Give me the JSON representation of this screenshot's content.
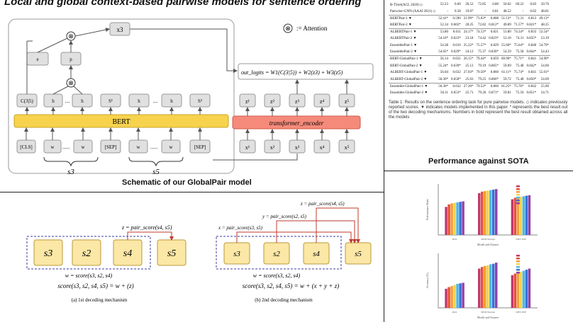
{
  "page_title": "Local and global context-based pairwise models for sentence ordering",
  "attention_legend": ":= Attention",
  "schematic": {
    "caption": "Schematic of our GlobalPair model",
    "bert_label": "BERT",
    "encoder_label": "transformer_encoder",
    "out_logits": "out_logits = W1(C(3|5)) + W2(z3) + W3(z5)",
    "s3": "s3",
    "s5": "s5",
    "x3_top": "x3"
  },
  "decoding": {
    "caption1": "(a) 1st decoding mechanism",
    "caption2": "(b) 2nd decoding mechanism",
    "a_z": "z = pair_score(s4, s5)",
    "a_w": "w = score(s3, s2, s4)",
    "a_score": "score(s3, s2, s4, s5) = w + (z)",
    "b_z": "z = pair_score(s4, s5)",
    "b_y": "y = pair_score(s2, s5)",
    "b_x": "x = pair_score(s3, s5)",
    "b_w": "w = score(s3, s2, s4)",
    "b_score": "score(s3, s2, s4, s5) = w + (x + y + z)",
    "a_sents": [
      "s3",
      "s2",
      "s4",
      "s5"
    ],
    "b_sents": [
      "s3",
      "s2",
      "s4",
      "s5"
    ]
  },
  "sota": {
    "caption": "Performance against SOTA",
    "table_note": "Table 1: Results on the sentence ordering task for pure pairwise models. ◇ indicates previously reported scores. ▼ indicates models implemented in this paper. * represents the best result out of the two decoding mechanisms. Numbers in bold represent the best result obtained across all the models",
    "rows": [
      {
        "model": "B-TSort(ACL 2020) ◇",
        "vals": [
          "52.23",
          "0.60",
          "20.52",
          "72.85",
          "0.80",
          "50.02",
          "69.22",
          "0.83",
          "50.76"
        ]
      },
      {
        "model": "Pairwise+GNN (AAAI 2021) ◇",
        "vals": [
          "-",
          "0.58",
          "19.07",
          "-",
          "0.81",
          "48.52",
          "-",
          "0.82",
          "48.81"
        ]
      },
      {
        "model": "BERTPair-1 ▼",
        "vals": [
          "52.41*",
          "0.590",
          "21.99*",
          "73.03*",
          "0.808",
          "51.13*",
          "71.31",
          "0.813",
          "49.13*"
        ]
      },
      {
        "model": "BERTPair-2 ▼",
        "vals": [
          "52.34",
          "0.602*",
          "20.25",
          "72.82",
          "0.812*",
          "49.89",
          "71.57*",
          "0.821*",
          "48.25"
        ]
      },
      {
        "model": "ALBERTPair-1 ▼",
        "vals": [
          "53.80",
          "0.611",
          "24.17*",
          "74.53*",
          "0.821",
          "53.80",
          "74.34*",
          "0.833",
          "53.54*"
        ]
      },
      {
        "model": "ALBERTPair-2 ▼",
        "vals": [
          "54.16*",
          "0.623*",
          "23.18",
          "74.42",
          "0.823*",
          "53.10",
          "74.31",
          "0.835*",
          "53.19"
        ]
      },
      {
        "model": "EnsemblePair-1 ▼",
        "vals": [
          "54.38",
          "0.610",
          "25.22*",
          "75.57*",
          "0.829",
          "55.60*",
          "75.64*",
          "0.840",
          "54.79*"
        ]
      },
      {
        "model": "EnsemblePair-2 ▼",
        "vals": [
          "54.65*",
          "0.629*",
          "24.12",
          "75.37",
          "0.830*",
          "54.59",
          "75.58",
          "0.844*",
          "54.43"
        ]
      },
      {
        "model": "BERT-GlobalPair-1 ▼",
        "vals": [
          "56.14",
          "0.631",
          "26.15*",
          "79.44*",
          "0.859",
          "60.96*",
          "75.71*",
          "0.841",
          "54.90*"
        ]
      },
      {
        "model": "BERT-GlobalPair-2 ▼",
        "vals": [
          "55.24*",
          "0.639*",
          "25.12",
          "79.19",
          "0.865*",
          "59.69",
          "75.48",
          "0.842*",
          "54.60"
        ]
      },
      {
        "model": "ALBERT-GlobalPair-1 ▼",
        "vals": [
          "56.04",
          "0.632",
          "27.03*",
          "79.50*",
          "0.860",
          "61.11*",
          "75.74*",
          "0.841",
          "55.01*"
        ]
      },
      {
        "model": "ALBERT-GlobalPair-2 ▼",
        "vals": [
          "56.36*",
          "0.650*",
          "25.63",
          "79.25",
          "0.866*",
          "59.72",
          "75.48",
          "0.850*",
          "54.69"
        ]
      },
      {
        "model": "Ensemble-GlobalPair-1 ▼",
        "vals": [
          "56.36*",
          "0.632",
          "27.20*",
          "79.53*",
          "0.860",
          "61.25*",
          "75.76*",
          "0.842",
          "55.00"
        ]
      },
      {
        "model": "Ensemble-GlobalPair-2 ▼",
        "vals": [
          "56.11",
          "0.653*",
          "25.71",
          "79.26",
          "0.871*",
          "59.81",
          "75.50",
          "0.851*",
          "54.71"
        ]
      }
    ]
  },
  "charts": {
    "colors": [
      "#c0396b",
      "#e8503a",
      "#f39c34",
      "#f2d34a",
      "#4fb6e6",
      "#3c6fd6",
      "#8e44ad"
    ],
    "chart1": {
      "title": "",
      "xlabel": "Model and Dataset",
      "ylabel": "Performance Ratio",
      "categories": [
        "ROC",
        "SIND Neurips",
        "NIPS NSF"
      ],
      "series_values": [
        [
          0.55,
          0.6,
          0.62,
          0.63,
          0.64,
          0.65,
          0.66
        ],
        [
          0.82,
          0.85,
          0.86,
          0.87,
          0.88,
          0.89,
          0.9
        ],
        [
          0.7,
          0.73,
          0.74,
          0.75,
          0.76,
          0.77,
          0.78
        ]
      ]
    },
    "chart2": {
      "title": "",
      "xlabel": "Model and Dataset",
      "ylabel": "Accuracy (%)",
      "categories": [
        "ROC",
        "SIND Neurips",
        "NIPS NSF"
      ],
      "series_values": [
        [
          0.35,
          0.38,
          0.4,
          0.42,
          0.44,
          0.45,
          0.46
        ],
        [
          0.72,
          0.75,
          0.77,
          0.78,
          0.8,
          0.81,
          0.83
        ],
        [
          0.6,
          0.63,
          0.65,
          0.66,
          0.68,
          0.7,
          0.72
        ]
      ]
    }
  }
}
